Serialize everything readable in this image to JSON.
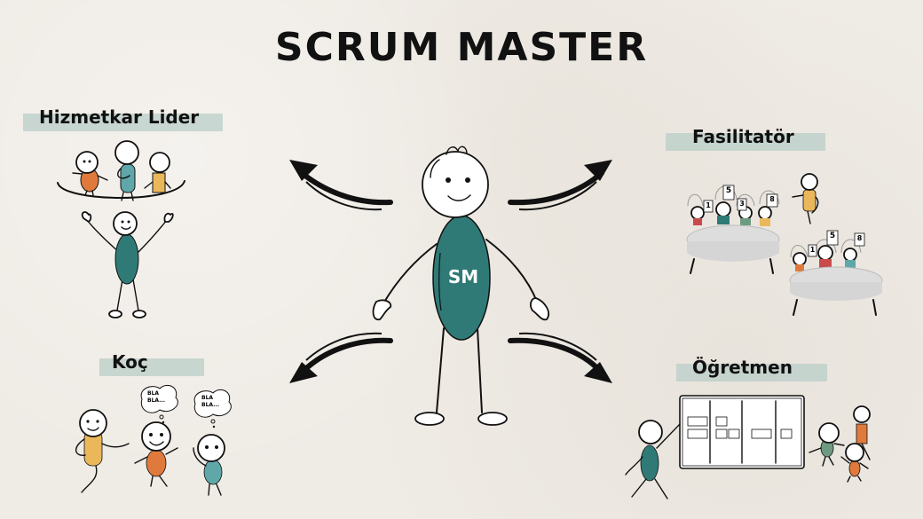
{
  "title": "SCRUM MASTER",
  "center_figure": {
    "shirt_label": "SM",
    "shirt_color": "#2f7a76"
  },
  "roles": [
    {
      "label": "Hizmetkar Lider",
      "position": "top-left"
    },
    {
      "label": "Fasilitatör",
      "position": "top-right"
    },
    {
      "label": "Koç",
      "position": "bottom-left"
    },
    {
      "label": "Öğretmen",
      "position": "bottom-right"
    }
  ],
  "coach_bubbles": [
    {
      "line1": "BLA",
      "line2": "BLA..."
    },
    {
      "line1": "BLA",
      "line2": "BLA..."
    }
  ],
  "cards": {
    "table1": [
      "1",
      "5",
      "3",
      "8"
    ],
    "table2": [
      "1",
      "5",
      "8"
    ]
  },
  "colors": {
    "background": "#efebe5",
    "label_band": "#b9cdc8",
    "teal": "#2f7a76",
    "orange": "#e07a3c",
    "yellow": "#eab85a",
    "light_teal": "#5fa7a8",
    "red": "#c94a4a",
    "sage": "#6f9a82"
  }
}
